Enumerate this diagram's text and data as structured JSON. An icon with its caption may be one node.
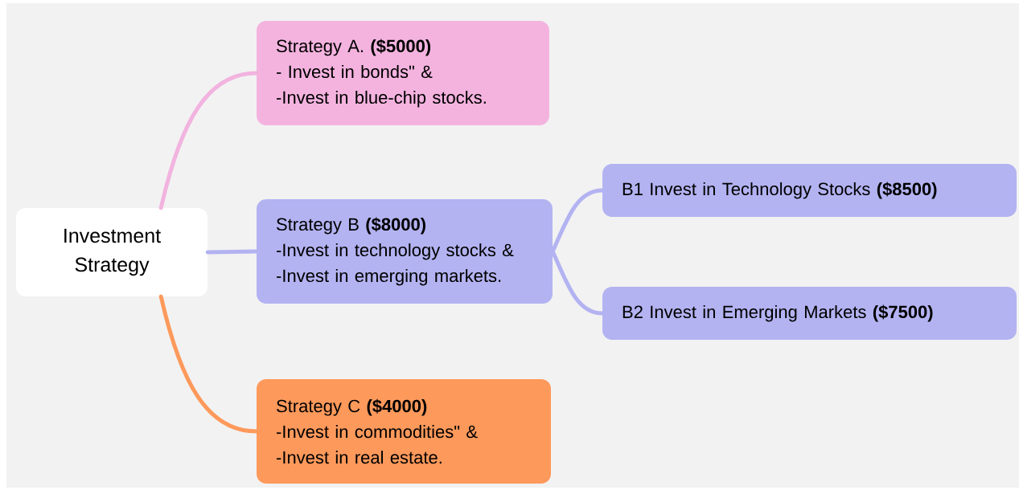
{
  "diagram": {
    "nodes": [
      {
        "text": [
          "Investment Strategy"
        ]
      },
      {
        "text": [
          "Strategy A. **($5000)**",
          "- Invest in bonds\" &",
          "-Invest in blue-chip stocks."
        ]
      },
      {
        "text": [
          "Strategy B **($8000)**",
          "-Invest in technology stocks &",
          "-Invest in emerging markets."
        ]
      },
      {
        "text": [
          "Strategy C **($4000)**",
          "-Invest in commodities\" &",
          "-Invest in real estate."
        ]
      },
      {
        "text": [
          "B1 Invest in Technology Stocks **($8500)**"
        ]
      },
      {
        "text": [
          "B2 Invest in Emerging Markets **($7500)**"
        ]
      }
    ],
    "edges": [
      {
        "from": 0,
        "to": 1,
        "arrow": "none",
        "color": "#f2b3df"
      },
      {
        "from": 0,
        "to": 2,
        "arrow": "none"
      },
      {
        "from": 0,
        "to": 3,
        "arrow": "none",
        "color": "#fd995b"
      },
      {
        "from": 2,
        "to": 4,
        "arrow": "none"
      },
      {
        "from": 2,
        "to": 5,
        "arrow": "none"
      }
    ]
  }
}
